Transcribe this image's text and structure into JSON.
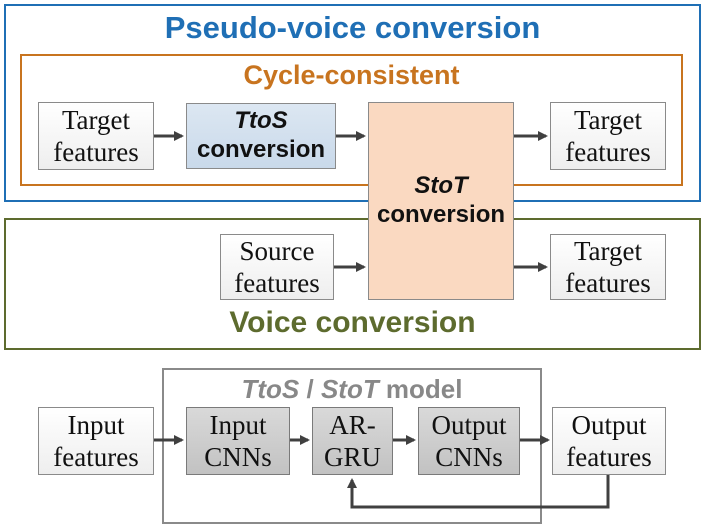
{
  "frames": {
    "pseudo_voice": {
      "label": "Pseudo-voice conversion",
      "color": "#1f6fb5"
    },
    "cycle_consistent": {
      "label": "Cycle-consistent",
      "color": "#c8741f"
    },
    "voice_conversion": {
      "label": "Voice conversion",
      "color": "#5d6b2e"
    },
    "model": {
      "label_part1": "TtoS",
      "label_sep": " / ",
      "label_part2": "StoT",
      "label_suffix": " model",
      "color": "#888888"
    }
  },
  "top": {
    "target_in": {
      "line1": "Target",
      "line2": "features"
    },
    "ttos": {
      "line1": "TtoS",
      "line2": "conversion"
    },
    "target_out": {
      "line1": "Target",
      "line2": "features"
    }
  },
  "stot": {
    "line1": "StoT",
    "line2": "conversion"
  },
  "middle": {
    "source_in": {
      "line1": "Source",
      "line2": "features"
    },
    "target_out": {
      "line1": "Target",
      "line2": "features"
    }
  },
  "bottom": {
    "input_features": {
      "line1": "Input",
      "line2": "features"
    },
    "input_cnns": {
      "line1": "Input",
      "line2": "CNNs"
    },
    "ar_gru": {
      "line1": "AR-",
      "line2": "GRU"
    },
    "output_cnns": {
      "line1": "Output",
      "line2": "CNNs"
    },
    "output_features": {
      "line1": "Output",
      "line2": "features"
    }
  },
  "colors": {
    "arrow": "#404040"
  }
}
